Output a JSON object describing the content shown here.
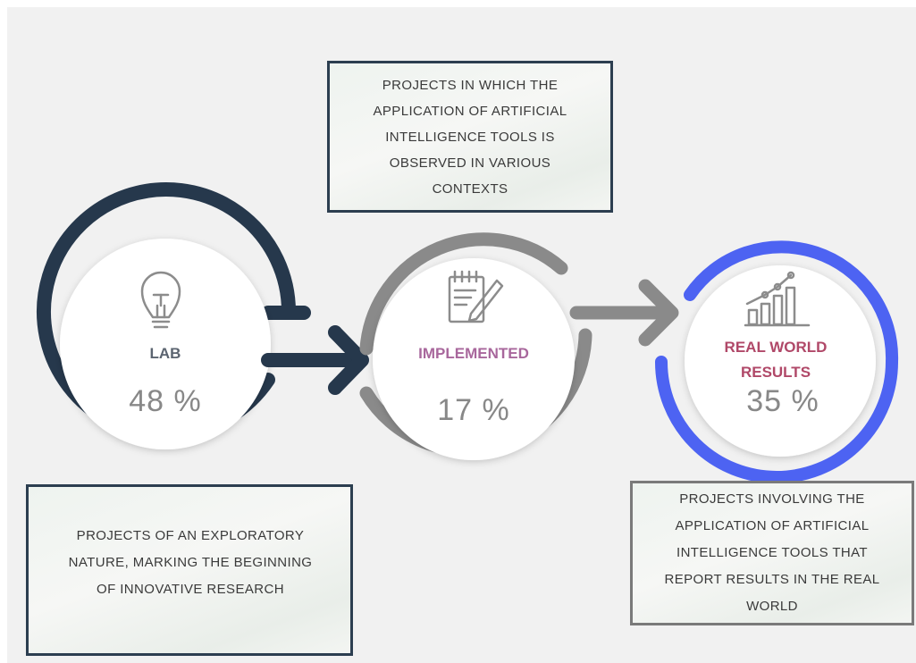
{
  "stages": [
    {
      "label": "LAB",
      "percent": "48 %",
      "description": "PROJECTS OF AN EXPLORATORY\nNATURE, MARKING THE BEGINNING\nOF INNOVATIVE RESEARCH",
      "icon": "lightbulb-icon",
      "ring_color": "#26384c",
      "label_color": "#5b6470"
    },
    {
      "label": "IMPLEMENTED",
      "percent": "17 %",
      "description": "PROJECTS IN WHICH THE\nAPPLICATION OF ARTIFICIAL\nINTELLIGENCE TOOLS IS\nOBSERVED IN VARIOUS\nCONTEXTS",
      "icon": "notepad-pencil-icon",
      "ring_color": "#8a8a8a",
      "label_color": "#a8679c"
    },
    {
      "label_line1": "REAL WORLD",
      "label_line2": "RESULTS",
      "percent": "35 %",
      "description": "PROJECTS INVOLVING THE\nAPPLICATION OF ARTIFICIAL\nINTELLIGENCE TOOLS THAT\nREPORT RESULTS IN THE REAL\nWORLD",
      "icon": "growth-bar-chart-icon",
      "ring_color": "#4d63f2",
      "label_color": "#b04868"
    }
  ]
}
